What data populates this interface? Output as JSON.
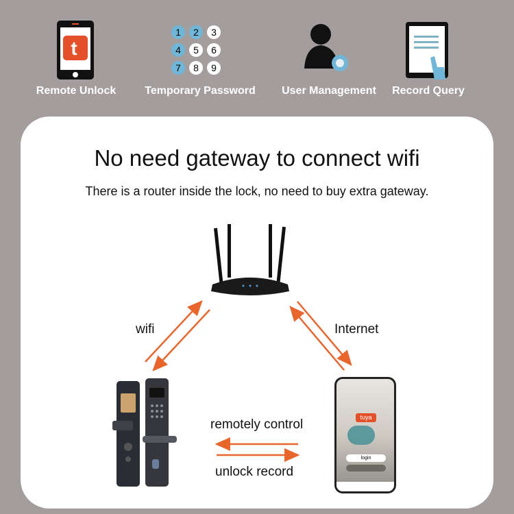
{
  "features": [
    {
      "label": "Remote Unlock",
      "icon": "tuya-phone-icon"
    },
    {
      "label": "Temporary Password",
      "icon": "keypad-icon",
      "keys": [
        "1",
        "2",
        "3",
        "4",
        "5",
        "6",
        "7",
        "8",
        "9"
      ]
    },
    {
      "label": "User Management",
      "icon": "user-gear-icon"
    },
    {
      "label": "Record Query",
      "icon": "tablet-touch-icon"
    }
  ],
  "headline": "No need gateway to connect wifi",
  "subheadline": "There is a router inside the lock, no need to buy extra gateway.",
  "diagram": {
    "wifi": "wifi",
    "internet": "Internet",
    "remote": "remotely control",
    "record": "unlock record",
    "app_logo": "tuya",
    "app_login": "login"
  },
  "colors": {
    "background": "#a39e9d",
    "arrow": "#e8652c",
    "tuya": "#e4502a",
    "blue": "#6fb6d8"
  }
}
